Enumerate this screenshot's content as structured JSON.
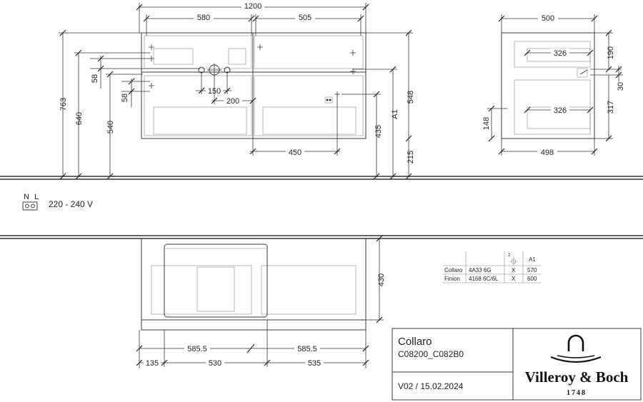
{
  "dimensions": {
    "front_width": "1200",
    "front_left_drawer": "580",
    "front_right_drawer": "505",
    "front_height": "763",
    "h_640": "640",
    "h_540": "540",
    "h_58a": "58",
    "h_58b": "58",
    "w_150": "150",
    "w_200": "200",
    "w_450": "450",
    "h_548": "548",
    "label_a1": "A1",
    "h_435": "435",
    "h_215": "215",
    "side_depth": "500",
    "side_326_top": "326",
    "side_326_bottom": "326",
    "side_498": "498",
    "side_190": "190",
    "side_30": "30",
    "side_317": "317",
    "side_148": "148",
    "top_depth": "430",
    "top_585_left": "585.5",
    "top_585_right": "585.5",
    "top_135": "135",
    "top_530": "530",
    "top_535": "535"
  },
  "electrical": {
    "n_label": "N",
    "l_label": "L",
    "voltage": "220 - 240 V"
  },
  "variant_table": {
    "header_a1": "A1",
    "header_icon_number": "2",
    "rows": [
      {
        "name": "Collaro",
        "code": "4A33 6G",
        "mark": "X",
        "a1": "570"
      },
      {
        "name": "Finion",
        "code": "4168 6C/6L",
        "mark": "X",
        "a1": "600"
      }
    ]
  },
  "title_block": {
    "product": "Collaro",
    "codes": "C08200_C082B0",
    "version": "V02 / 15.02.2024",
    "brand": "Villeroy & Boch",
    "year": "1748"
  }
}
